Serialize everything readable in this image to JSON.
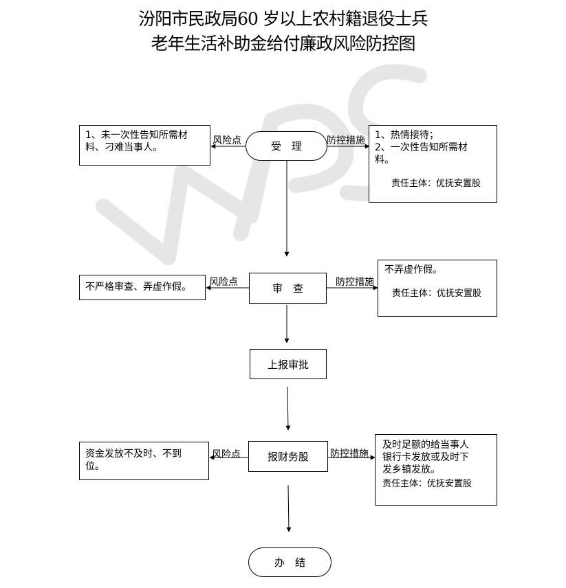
{
  "title": {
    "line1": "汾阳市民政局60 岁以上农村籍退役士兵",
    "line2": "老年生活补助金给付廉政风险防控图"
  },
  "watermark": {
    "text": "WPS",
    "color": "#e3e3e3"
  },
  "nodes": {
    "accept": "受　理",
    "review": "审　查",
    "report": "上报审批",
    "finance": "报财务股",
    "finish": "办　结"
  },
  "labels": {
    "risk_point": "风险点",
    "control_measure": "防控措施"
  },
  "risks": {
    "accept": [
      "1、未一次性告知所需材",
      "料、刁难当事人。"
    ],
    "review": [
      "不严格审查、弄虚作假。"
    ],
    "finance": [
      "资金发放不及时、不到",
      "位。"
    ]
  },
  "measures": {
    "accept": [
      "1、热情接待；",
      "2、一次性告知所需材",
      "料。"
    ],
    "review": [
      "不弄虚作假。"
    ],
    "finance": [
      "及时足额的给当事人",
      "银行卡发放或及时下",
      "发乡镇发放。"
    ]
  },
  "responsible": {
    "accept": "责任主体：优抚安置股",
    "review": "责任主体：优抚安置股",
    "finance": "责任主体：优抚安置股"
  }
}
